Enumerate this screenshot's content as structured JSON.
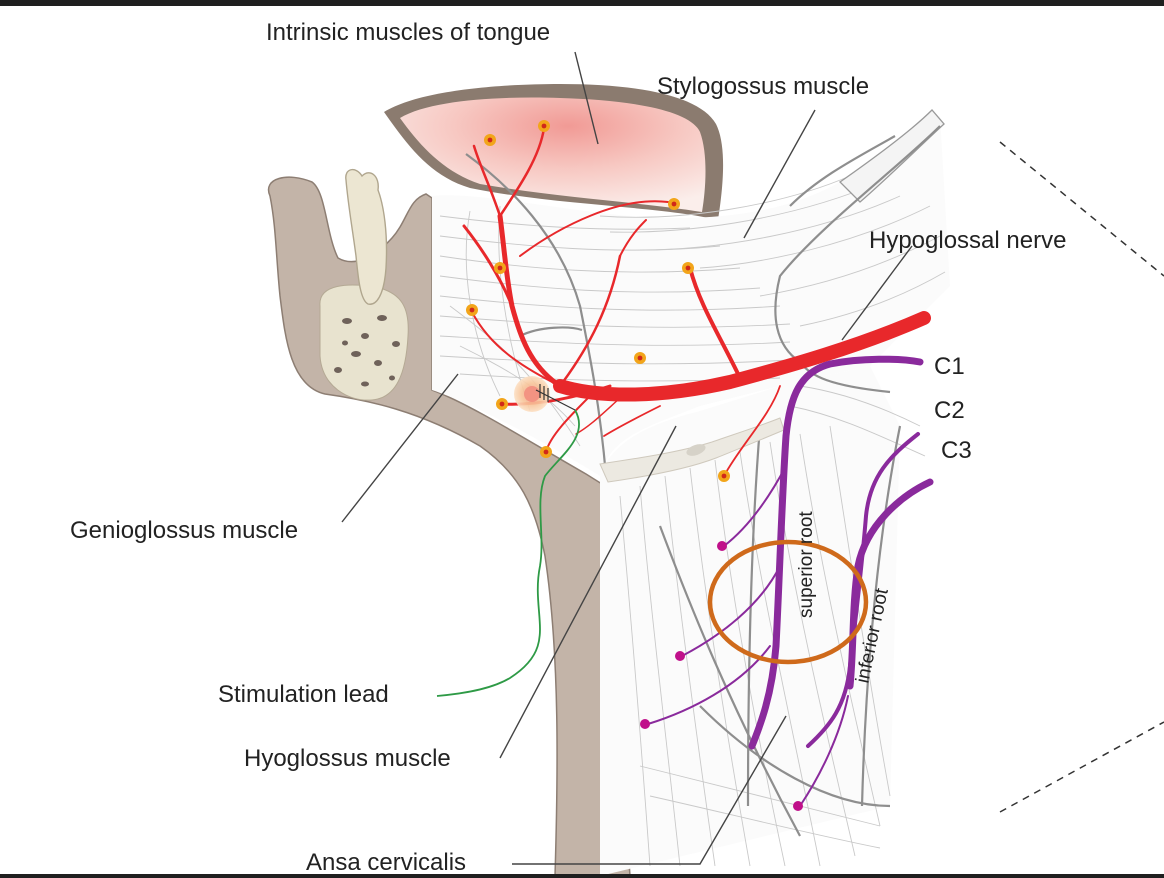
{
  "labels": {
    "intrinsic": "Intrinsic muscles of tongue",
    "stylo": "Stylogossus muscle",
    "hypoglossal": "Hypoglossal nerve",
    "c1": "C1",
    "c2": "C2",
    "c3": "C3",
    "genio": "Genioglossus muscle",
    "stimulation": "Stimulation lead",
    "hyoglossus": "Hyoglossus muscle",
    "ansa": "Ansa cervicalis",
    "superior_root": "superior root",
    "inferior_root": "inferior root"
  },
  "colors": {
    "nerve_red": "#e8282b",
    "nerve_purple": "#8a2a9c",
    "endpoint_magenta": "#c0108a",
    "endpoint_orange": "#f2a51a",
    "highlight_circle": "#cf6a1b",
    "stimulation_wire": "#2e9a46",
    "bone": "#c9b9ad",
    "tongue_pink": "#f4b9b4"
  }
}
